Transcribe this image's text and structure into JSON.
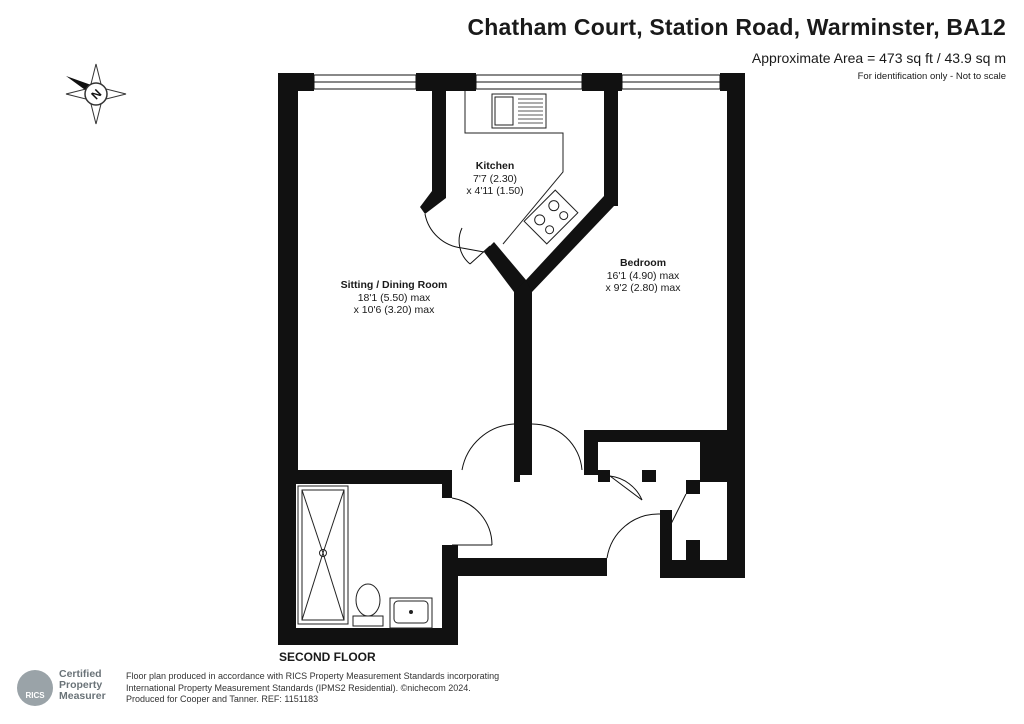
{
  "header": {
    "title": "Chatham Court, Station Road, Warminster, BA12",
    "area": "Approximate Area = 473 sq ft / 43.9 sq m",
    "note": "For identification only - Not to scale"
  },
  "compass": {
    "letter": "N"
  },
  "rooms": {
    "kitchen": {
      "name": "Kitchen",
      "dim1": "7'7 (2.30)",
      "dim2": "x 4'11 (1.50)"
    },
    "sitting": {
      "name": "Sitting / Dining Room",
      "dim1": "18'1 (5.50) max",
      "dim2": "x 10'6 (3.20) max"
    },
    "bedroom": {
      "name": "Bedroom",
      "dim1": "16'1 (4.90) max",
      "dim2": "x 9'2 (2.80) max"
    }
  },
  "floor_label": "SECOND FLOOR",
  "footer": {
    "line1": "Floor plan produced in accordance with RICS Property Measurement Standards incorporating",
    "line2": "International Property Measurement Standards (IPMS2 Residential).  ©nichecom 2024.",
    "line3": "Produced for Cooper and Tanner.   REF:  1151183"
  },
  "rics_badge": {
    "mark": "RICS",
    "line1": "Certified",
    "line2": "Property",
    "line3": "Measurer"
  },
  "colors": {
    "wall": "#111111",
    "fixture": "#222222",
    "text": "#1a1a1a"
  }
}
